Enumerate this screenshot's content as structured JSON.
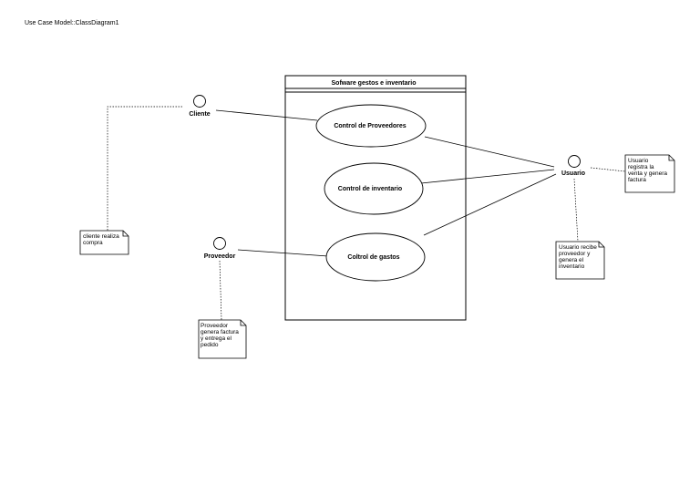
{
  "diagram_header": "Use Case Model::ClassDiagram1",
  "system": {
    "name": "Sofware gestos e inventario"
  },
  "actors": {
    "cliente": "Cliente",
    "proveedor": "Proveedor",
    "usuario": "Usuario"
  },
  "use_cases": {
    "control_proveedores": "Control de Proveedores",
    "control_inventario": "Control de inventario",
    "control_gastos": "Coltrol de gastos"
  },
  "notes": {
    "cliente": [
      "cliente realiza",
      "compra"
    ],
    "proveedor": [
      "Proveedor",
      "genera factura",
      "y entrega el",
      "pedido"
    ],
    "usuario_registra": [
      "Usuario",
      "registra la",
      "venta y genera",
      "factura"
    ],
    "usuario_recibe": [
      "Usuario recibe",
      "proveedor y",
      "genera el",
      "inventario"
    ]
  }
}
